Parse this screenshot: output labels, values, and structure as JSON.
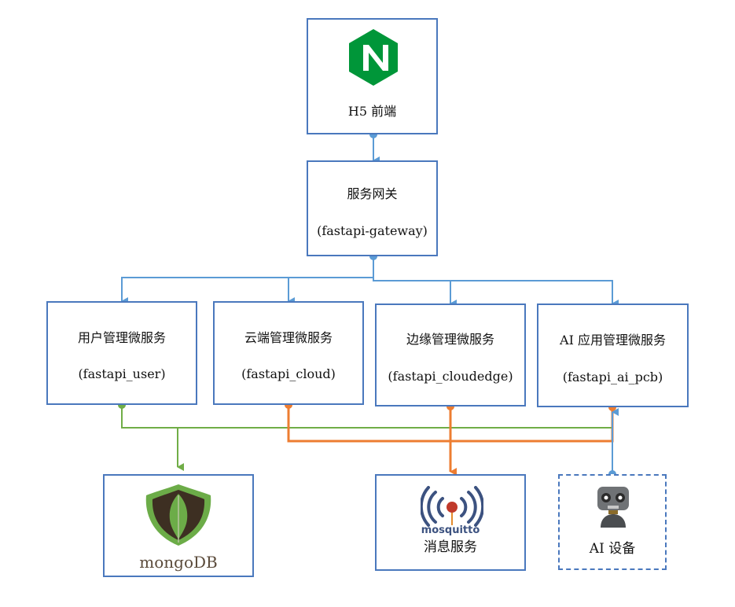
{
  "frontend": {
    "label": "H5 前端",
    "icon": "nginx-icon",
    "color": "#009639"
  },
  "gateway": {
    "label": "服务网关",
    "sublabel": "(fastapi-gateway)"
  },
  "services": [
    {
      "label": "用户管理微服务",
      "sublabel": "(fastapi_user)"
    },
    {
      "label": "云端管理微服务",
      "sublabel": "(fastapi_cloud)"
    },
    {
      "label": "边缘管理微服务",
      "sublabel": "(fastapi_cloudedge)"
    },
    {
      "label": "AI 应用管理微服务",
      "sublabel": "(fastapi_ai_pcb)"
    }
  ],
  "mongodb": {
    "logo_text": "mongoDB",
    "icon": "mongodb-leaf-icon",
    "color": "#6cac48"
  },
  "mqtt": {
    "logo_text": "mosquitto",
    "label": "消息服务",
    "icon": "mosquitto-icon",
    "color": "#3c5280"
  },
  "ai_device": {
    "label": "AI 设备",
    "icon": "robot-icon"
  },
  "colors": {
    "border": "#4a78bd",
    "blue_line": "#5b9bd5",
    "green_line": "#70ad47",
    "orange_line": "#ed7d31"
  }
}
